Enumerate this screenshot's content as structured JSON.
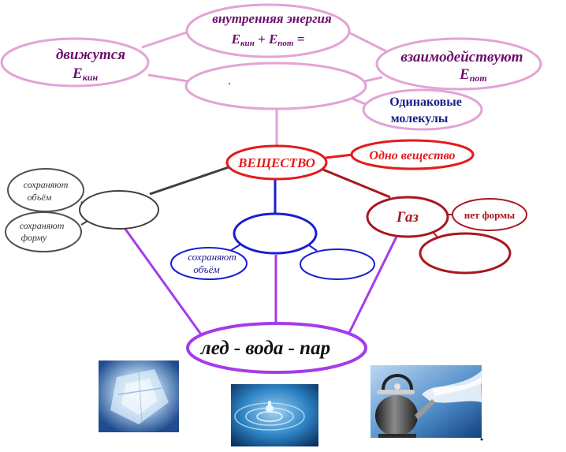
{
  "nodes": {
    "internal_energy": {
      "line1": "внутренняя энергия",
      "formula_e1": "Е",
      "formula_s1": "кин",
      "formula_plus": " + ",
      "formula_e2": "Е",
      "formula_s2": "пот",
      "formula_end": " ="
    },
    "moving": {
      "line1": "движутся",
      "e": "Е",
      "sub": "кин"
    },
    "interact": {
      "line1": "взаимодействуют",
      "e": "Е",
      "sub": "пот"
    },
    "center_empty": "",
    "same_molecules": {
      "line1": "Одинаковые",
      "line2": "молекулы"
    },
    "substance": "ВЕЩЕСТВО",
    "one_substance": "Одно вещество",
    "left_keep_volume": {
      "line1": "сохраняют",
      "line2": "объём"
    },
    "left_keep_shape": {
      "line1": "сохраняют",
      "line2": "форму"
    },
    "solid_empty": "",
    "liquid_empty": "",
    "liquid_keep_volume": {
      "line1": "сохраняют",
      "line2": "объём"
    },
    "liquid_right_empty": "",
    "gas": "Газ",
    "no_shape": "нет формы",
    "gas_empty": "",
    "bottom": "лед - вода - пар"
  },
  "images": {
    "ice": "ice-cube-photo",
    "water": "water-drop-photo",
    "kettle": "steaming-kettle-photo"
  },
  "colors": {
    "pink": "#e3a3d6",
    "red": "#e31b1b",
    "dark_red": "#a8171f",
    "blue": "#1a1fd1",
    "purple": "#a53bea",
    "gray": "#505050",
    "violet_text": "#6b0f6b",
    "navy_text": "#1b1b8a"
  }
}
